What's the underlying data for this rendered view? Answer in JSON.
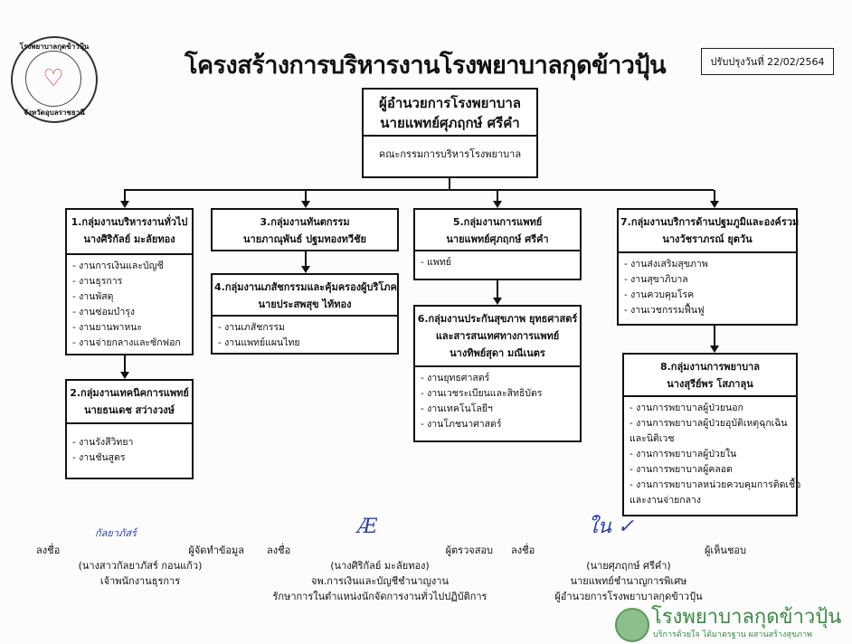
{
  "title": "โครงสร้างการบริหารงานโรงพยาบาลกุดข้าวปุ้น",
  "updated": "ปรับปรุงวันที่ 22/02/2564",
  "logo": {
    "top_text": "โรงพยาบาลกุดข้าวปุ้น",
    "bottom_text": "จังหวัดอุบลราชธานี"
  },
  "director": {
    "title": "ผู้อำนวยการโรงพยาบาล",
    "name": "นายแพทย์ศุภฤกษ์  ศรีคำ",
    "committee": "คณะกรรมการบริหารโรงพยาบาล"
  },
  "groups": [
    {
      "title": "1.กลุ่มงานบริหารงานทั่วไป",
      "head": "นางศิริกัลย์  มะลัยทอง",
      "items": [
        "- งานการเงินและบัญชี",
        "- งานธุรการ",
        "- งานพัสดุ",
        "- งานซ่อมบำรุง",
        "- งานยานพาหนะ",
        "- งานจ่ายกลางและซักฟอก"
      ]
    },
    {
      "title": "2.กลุ่มงานเทคนิคการแพทย์",
      "head": "นายธนเดช  สว่างวงษ์",
      "items": [
        "- งานรังสีวิทยา",
        "- งานชันสูตร"
      ]
    },
    {
      "title": "3.กลุ่มงานทันตกรรม",
      "head": "นายภาณุพันธ์  ปฐมทองทวีชัย",
      "items": []
    },
    {
      "title": "4.กลุ่มงานเภสัชกรรมและคุ้มครองผู้บริโภค",
      "head": "นายประสพสุข  ไท้ทอง",
      "items": [
        "- งานเภสัชกรรม",
        "- งานแพทย์แผนไทย"
      ]
    },
    {
      "title": "5.กลุ่มงานการแพทย์",
      "head": "นายแพทย์ศุภฤกษ์  ศรีคำ",
      "items": [
        "- แพทย์"
      ]
    },
    {
      "title": "6.กลุ่มงานประกันสุขภาพ ยุทธศาสตร์",
      "title2": "และสารสนเทศทางการแพทย์",
      "head": "นางทิพย์สุดา  มณีเนตร",
      "items": [
        "- งานยุทธศาสตร์",
        "- งานเวชระเบียนและสิทธิบัตร",
        "- งานเทคโนโลยีฯ",
        "- งานโภชนาศาสตร์"
      ]
    },
    {
      "title": "7.กลุ่มงานบริการด้านปฐมภูมิและองค์รวม",
      "head": "นางวัชราภรณ์  ยุตวัน",
      "items": [
        "- งานส่งเสริมสุขภาพ",
        "- งานสุขาภิบาล",
        "- งานควบคุมโรค",
        "- งานเวชกรรมฟื้นฟู"
      ]
    },
    {
      "title": "8.กลุ่มงานการพยาบาล",
      "head": "นางสุรีย์พร  โสภาลุน",
      "items": [
        "- งานการพยาบาลผู้ป่วยนอก",
        "- งานการพยาบาลผู้ป่วยอุบัติเหตุฉุกเฉิน",
        "และนิติเวช",
        "- งานการพยาบาลผู้ป่วยใน",
        "- งานการพยาบาลผู้คลอด",
        "- งานการพยาบาลหน่วยควบคุมการติดเชื้อ",
        "และงานจ่ายกลาง"
      ]
    }
  ],
  "signatures": [
    {
      "label": "ลงชื่อ",
      "role": "ผู้จัดทำข้อมูล",
      "name": "(นางสาวกัลยาภัสร์  กอนแก้ว)",
      "lines": [
        "เจ้าพนักงานธุรการ"
      ],
      "scrawl": "กัลยาภัสร์"
    },
    {
      "label": "ลงชื่อ",
      "role": "ผู้ตรวจสอบ",
      "name": "(นางศิริกัลย์    มะลัยทอง)",
      "lines": [
        "จพ.การเงินและบัญชีชำนาญงาน",
        "รักษาการในตำแหน่งนักจัดการงานทั่วไปปฏิบัติการ"
      ],
      "scrawl": "Æ"
    },
    {
      "label": "ลงชื่อ",
      "role": "ผู้เห็นชอบ",
      "name": "(นายศุภฤกษ์    ศรีคำ)",
      "lines": [
        "นายแพทย์ชำนาญการพิเศษ",
        "ผู้อำนวยการโรงพยาบาลกุดข้าวปุ้น"
      ],
      "scrawl": "ใน  ✓"
    }
  ],
  "brand": {
    "name": "โรงพยาบาลกุดข้าวปุ้น",
    "slogan": "บริการด้วยใจ ได้มาตรฐาน ผสานสร้างสุขภาพ"
  }
}
